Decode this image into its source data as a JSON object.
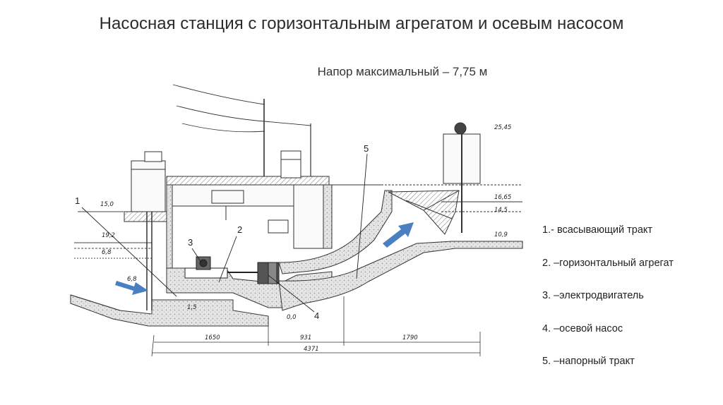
{
  "title": "Насосная станция с горизонтальным агрегатом и осевым насосом",
  "subtitle": "Напор максимальный – 7,75 м",
  "legend": [
    "1.- всасывающий тракт",
    "2. –горизонтальный агрегат",
    "3. –электродвигатель",
    "4. –осевой насос",
    "5. –напорный тракт"
  ],
  "callouts": [
    "1",
    "2",
    "3",
    "4",
    "5"
  ],
  "elevations": [
    "15,0",
    "19,2",
    "6,8",
    "6,8",
    "1,5",
    "0,0",
    "25,45",
    "16,65",
    "14,5",
    "10,9"
  ],
  "dimensions": [
    "1650",
    "931",
    "1790",
    "4371"
  ],
  "colors": {
    "line": "#2a2a2a",
    "concrete": "#dcdcdc",
    "arrow": "#4a7fc1",
    "text": "#222222"
  }
}
